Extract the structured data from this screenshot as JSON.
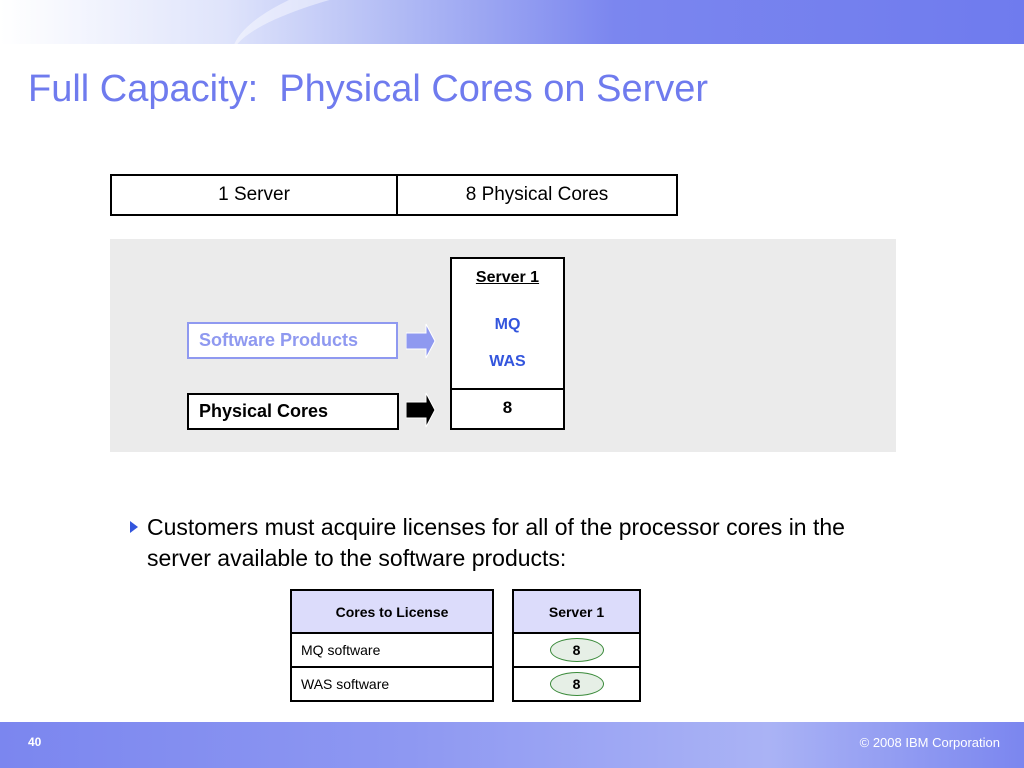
{
  "slide": {
    "title": "Full Capacity:  Physical Cores on Server",
    "page_number": "40",
    "copyright": "© 2008 IBM Corporation"
  },
  "header_table": {
    "servers": "1 Server",
    "cores": "8 Physical Cores"
  },
  "diagram": {
    "software_label": "Software Products",
    "cores_label": "Physical Cores",
    "server_name": "Server 1",
    "products": [
      "MQ",
      "WAS"
    ],
    "core_count": "8",
    "colors": {
      "software": "#8f99f0",
      "product_text": "#3355dd",
      "panel": "#ebebeb"
    }
  },
  "bullet": "Customers must acquire licenses for all of the processor cores in the server available to the software products:",
  "license_table": {
    "header": "Cores to License",
    "rows": [
      "MQ software",
      "WAS software"
    ]
  },
  "server_table": {
    "header": "Server 1",
    "values": [
      "8",
      "8"
    ]
  }
}
